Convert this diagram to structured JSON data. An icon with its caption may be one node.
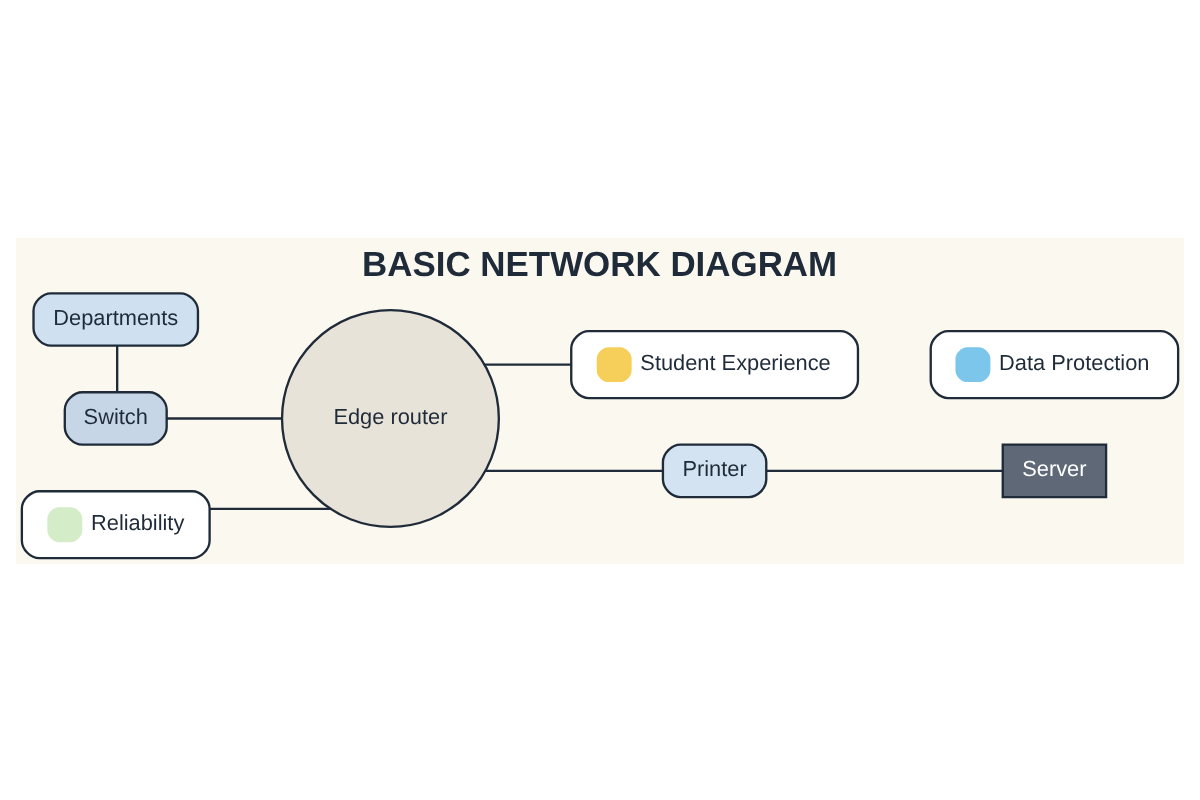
{
  "diagram": {
    "title": "BASIC NETWORK DIAGRAM",
    "nodes": [
      {
        "text": [
          "Departments"
        ]
      },
      {
        "text": [
          "Student Experience"
        ]
      },
      {
        "text": [
          "Switch"
        ]
      },
      {
        "text": [
          "Edge router"
        ]
      },
      {
        "text": [
          "Printer"
        ]
      },
      {
        "text": [
          "Server"
        ]
      },
      {
        "text": [
          "Reliability"
        ]
      },
      {
        "text": [
          "Data Protection"
        ]
      }
    ],
    "edges": [
      {
        "from": 0,
        "to": 2,
        "arrow": "none"
      },
      {
        "from": 2,
        "to": 3,
        "arrow": "none"
      },
      {
        "from": 3,
        "to": 1,
        "arrow": "none"
      },
      {
        "from": 3,
        "to": 4,
        "arrow": "none"
      },
      {
        "from": 4,
        "to": 5,
        "arrow": "none"
      },
      {
        "from": 3,
        "to": 6,
        "arrow": "none"
      }
    ]
  }
}
